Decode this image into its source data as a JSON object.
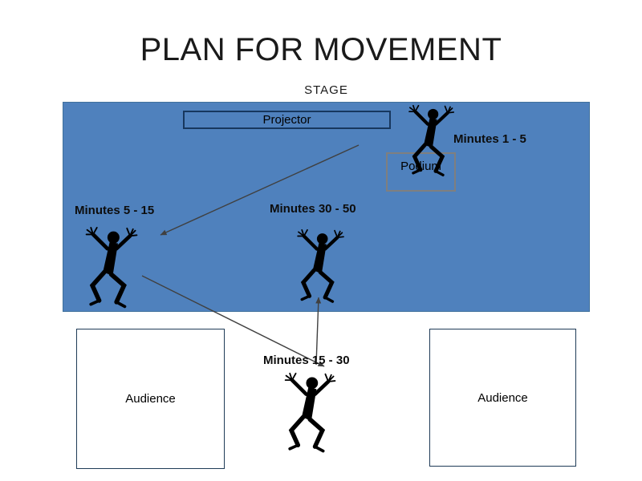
{
  "slide": {
    "title": "PLAN FOR MOVEMENT",
    "stage_label": "STAGE"
  },
  "stage": {
    "projector_label": "Projector",
    "podium_label": "Podium"
  },
  "annotations": {
    "minutes_1_5": "Minutes 1 - 5",
    "minutes_5_15": "Minutes 5 - 15",
    "minutes_30_50": "Minutes 30 - 50",
    "minutes_15_30": "Minutes 15 - 30"
  },
  "audience": {
    "left_label": "Audience",
    "right_label": "Audience"
  },
  "icons": {
    "figures": "dancing-person-icon",
    "arrows": "movement-arrow-icon"
  },
  "colors": {
    "background": "#ffffff",
    "stage_fill": "#4f81bd",
    "stage_border": "#41719c",
    "projector_border": "#17375e",
    "podium_border": "#7f7f7f",
    "audience_border": "#1f3b57",
    "arrow_color": "#404040",
    "figure_color": "#000000",
    "text_color": "#000000"
  }
}
